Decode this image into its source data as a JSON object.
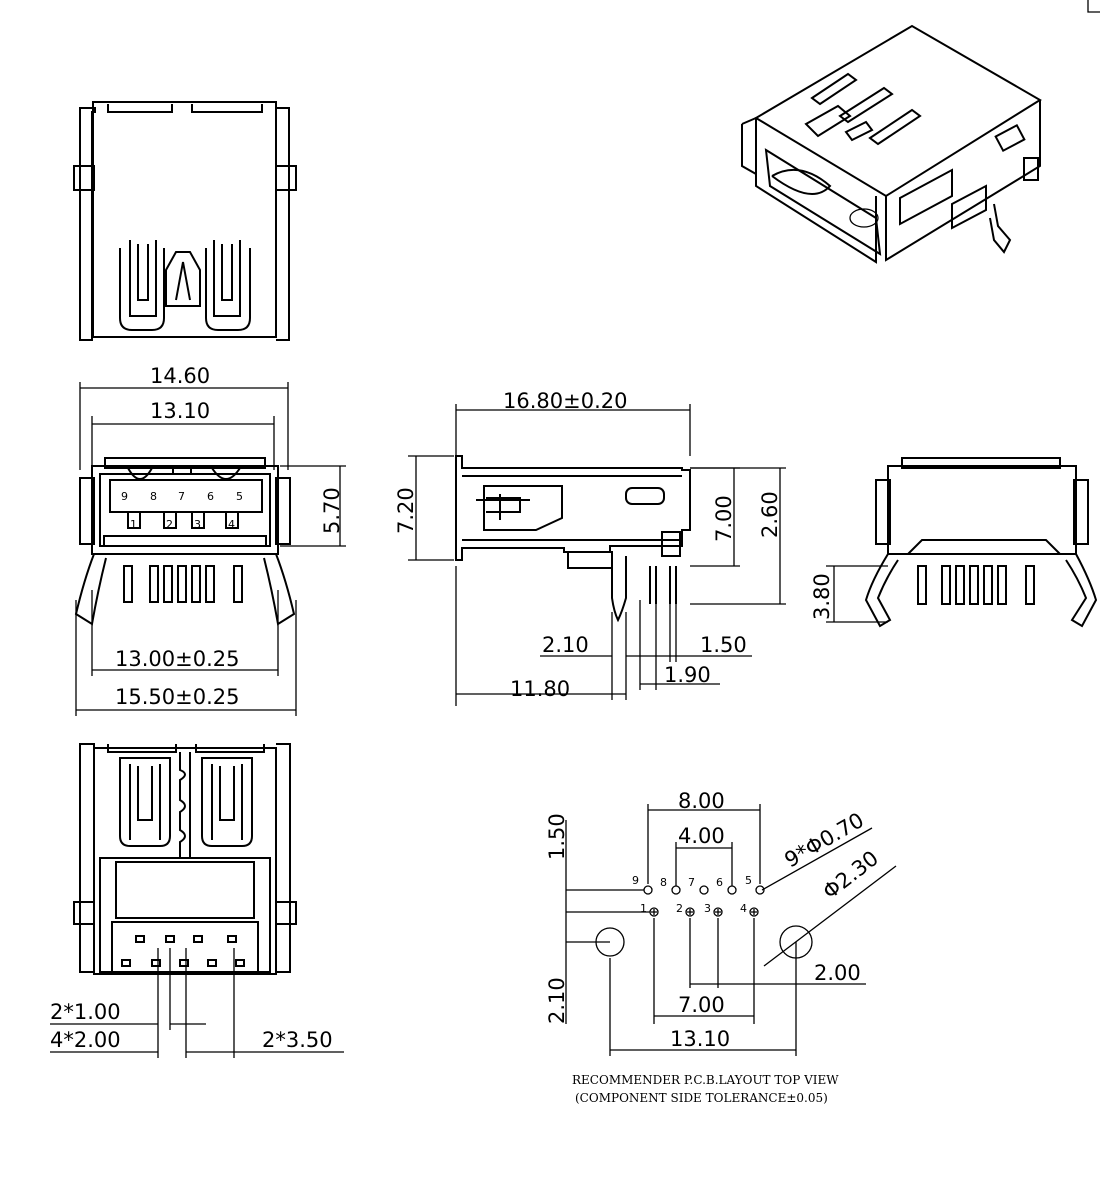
{
  "dims": {
    "w1460": "14.60",
    "w1310": "13.10",
    "h570": "5.70",
    "w1300": "13.00±0.25",
    "w1550": "15.50±0.25",
    "l1680": "16.80±0.20",
    "h720": "7.20",
    "h700": "7.00",
    "h260": "2.60",
    "s210": "2.10",
    "s150": "1.50",
    "s190": "1.90",
    "s1180": "11.80",
    "h380": "3.80",
    "p100": "2*1.00",
    "p200": "4*2.00",
    "p350": "2*3.50"
  },
  "pcb": {
    "d800": "8.00",
    "d400": "4.00",
    "d150": "1.50",
    "d210": "2.10",
    "d700": "7.00",
    "d1310": "13.10",
    "d200": "2.00",
    "hole_small": "9*Φ0.70",
    "hole_big": "Φ2.30",
    "pins_top": [
      "9",
      "8",
      "7",
      "6",
      "5"
    ],
    "pins_bottom": [
      "1",
      "2",
      "3",
      "4"
    ]
  },
  "note": {
    "line1": "RECOMMENDER P.C.B.LAYOUT TOP VIEW",
    "line2": "(COMPONENT SIDE TOLERANCE±0.05)"
  }
}
